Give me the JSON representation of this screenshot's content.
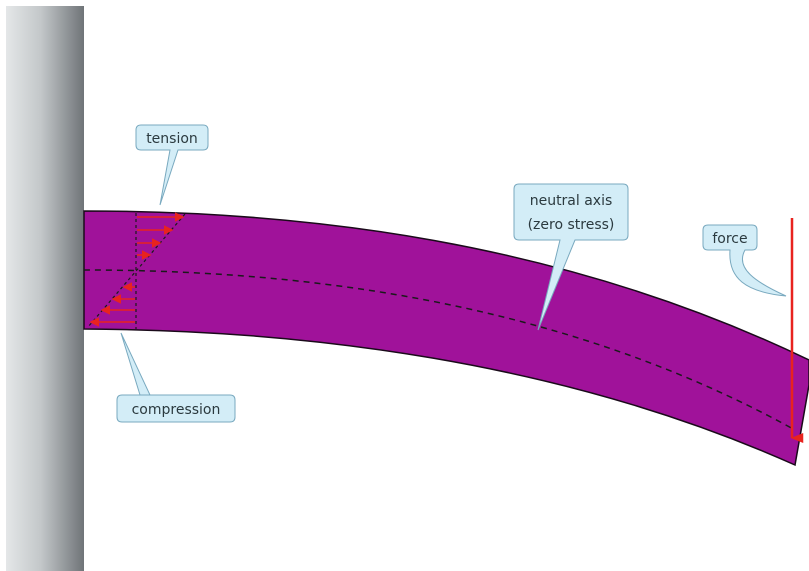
{
  "labels": {
    "tension": "tension",
    "compression": "compression",
    "neutral_axis_line1": "neutral axis",
    "neutral_axis_line2": "(zero stress)",
    "force": "force"
  },
  "colors": {
    "beam": "#a0129a",
    "beam_outline": "#1a0a1a",
    "wall_dark": "#7a7e81",
    "wall_light": "#d0d4d6",
    "arrow_red": "#e8231f",
    "callout_fill": "#d3edf7",
    "callout_stroke": "#79a9bf",
    "neutral_axis": "#1a1a1a"
  }
}
